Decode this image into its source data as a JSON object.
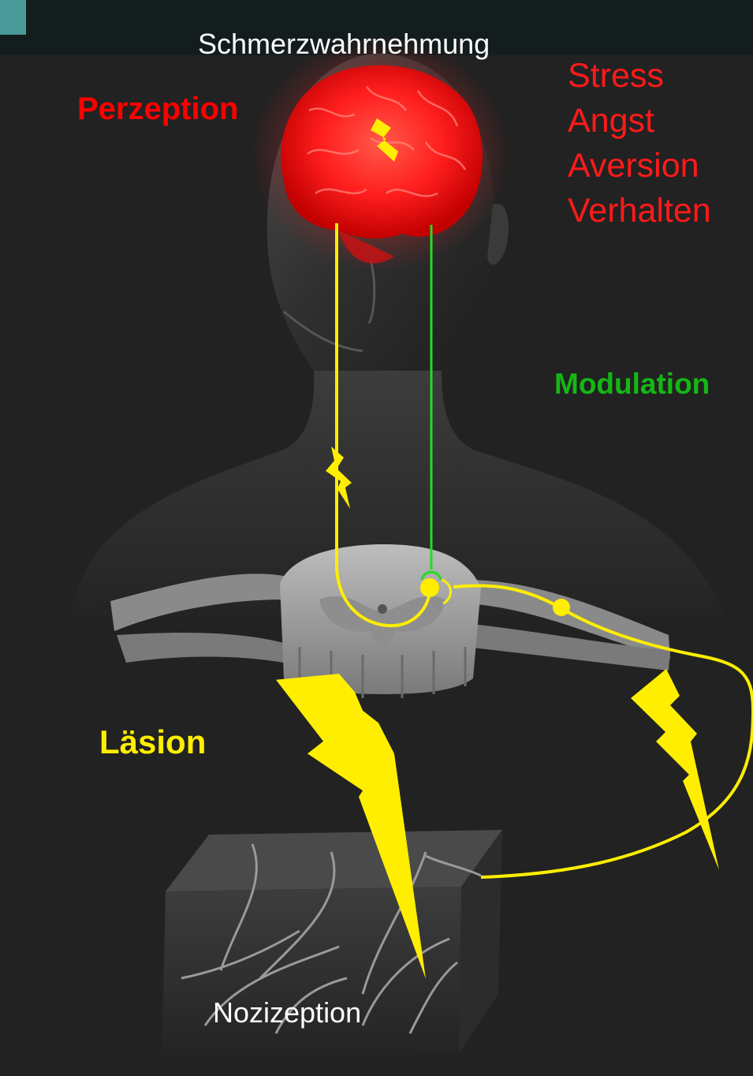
{
  "labels": {
    "title": "Schmerzwahrnehmung",
    "perception": "Perzeption",
    "modulation": "Modulation",
    "lesion": "Läsion",
    "nociception": "Nozizeption"
  },
  "emotions": [
    "Stress",
    "Angst",
    "Aversion",
    "Verhalten"
  ],
  "colors": {
    "background": "#222222",
    "accent": "#4a9a9a",
    "perception": "#ff0000",
    "modulation": "#14b814",
    "lesion_pathway": "#ffee00",
    "text": "#ffffff"
  },
  "icons": [
    "brain",
    "human-bust-silhouette",
    "spinal-cord-cross-section",
    "skin-tissue-block",
    "lightning-bolt"
  ]
}
